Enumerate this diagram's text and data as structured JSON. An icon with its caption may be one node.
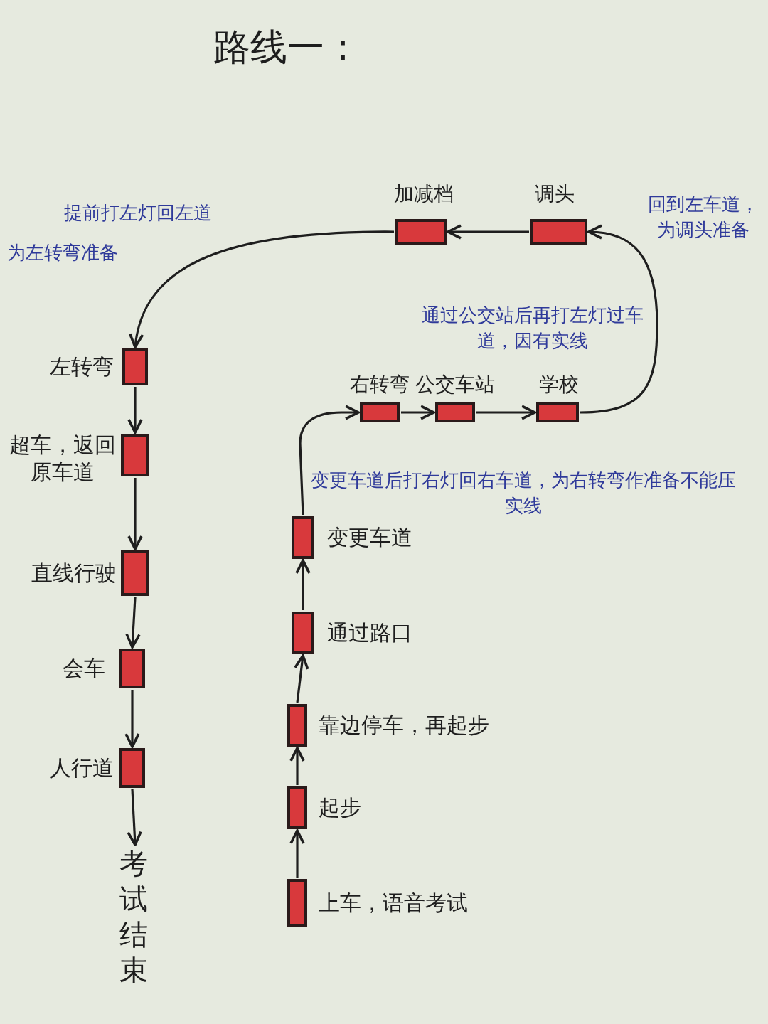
{
  "diagram": {
    "title": "路线一：",
    "nodes": [
      {
        "text": [],
        "shape": "box",
        "beside": [
          "上车，语音考试"
        ]
      },
      {
        "text": [],
        "shape": "box",
        "beside": [
          "起步"
        ]
      },
      {
        "text": [],
        "shape": "box",
        "beside": [
          "靠边停车，再起步"
        ]
      },
      {
        "text": [],
        "shape": "box",
        "beside": [
          "通过路口"
        ]
      },
      {
        "text": [],
        "shape": "box",
        "beside": [
          "变更车道"
        ]
      },
      {
        "text": [],
        "shape": "box",
        "beside": [
          "右转弯"
        ]
      },
      {
        "text": [],
        "shape": "box",
        "beside": [
          "公交车站"
        ]
      },
      {
        "text": [],
        "shape": "box",
        "beside": [
          "学校"
        ]
      },
      {
        "text": [],
        "shape": "box",
        "beside": [
          "调头"
        ]
      },
      {
        "text": [],
        "shape": "box",
        "beside": [
          "加减档"
        ]
      },
      {
        "text": [],
        "shape": "box",
        "beside": [
          "左转弯"
        ]
      },
      {
        "text": [],
        "shape": "box",
        "beside": [
          "超车，返回原车道"
        ]
      },
      {
        "text": [],
        "shape": "box",
        "beside": [
          "直线行驶"
        ]
      },
      {
        "text": [],
        "shape": "box",
        "beside": [
          "会车"
        ]
      },
      {
        "text": [],
        "shape": "box",
        "beside": [
          "人行道"
        ]
      },
      {
        "text": [
          "考试结束"
        ]
      }
    ],
    "edges": [
      {
        "from": 0,
        "to": 1,
        "arrow": "to"
      },
      {
        "from": 1,
        "to": 2,
        "arrow": "to"
      },
      {
        "from": 2,
        "to": 3,
        "arrow": "to"
      },
      {
        "from": 3,
        "to": 4,
        "arrow": "to"
      },
      {
        "from": 4,
        "to": 5,
        "arrow": "to"
      },
      {
        "from": 5,
        "to": 6,
        "arrow": "to"
      },
      {
        "from": 6,
        "to": 7,
        "arrow": "to"
      },
      {
        "from": 7,
        "to": 8,
        "arrow": "to"
      },
      {
        "from": 8,
        "to": 9,
        "arrow": "to"
      },
      {
        "from": 9,
        "to": 10,
        "arrow": "to"
      },
      {
        "from": 10,
        "to": 11,
        "arrow": "to"
      },
      {
        "from": 11,
        "to": 12,
        "arrow": "to"
      },
      {
        "from": 12,
        "to": 13,
        "arrow": "to"
      },
      {
        "from": 13,
        "to": 14,
        "arrow": "to"
      },
      {
        "from": 14,
        "to": 15,
        "arrow": "to"
      }
    ],
    "labels": [
      "提前打左灯回左道",
      "为左转弯准备",
      "回到左车道，为调头准备",
      "通过公交站后再打左灯过车道，因有实线",
      "变更车道后打右灯回右车道，为右转弯作准备不能压实线"
    ]
  }
}
